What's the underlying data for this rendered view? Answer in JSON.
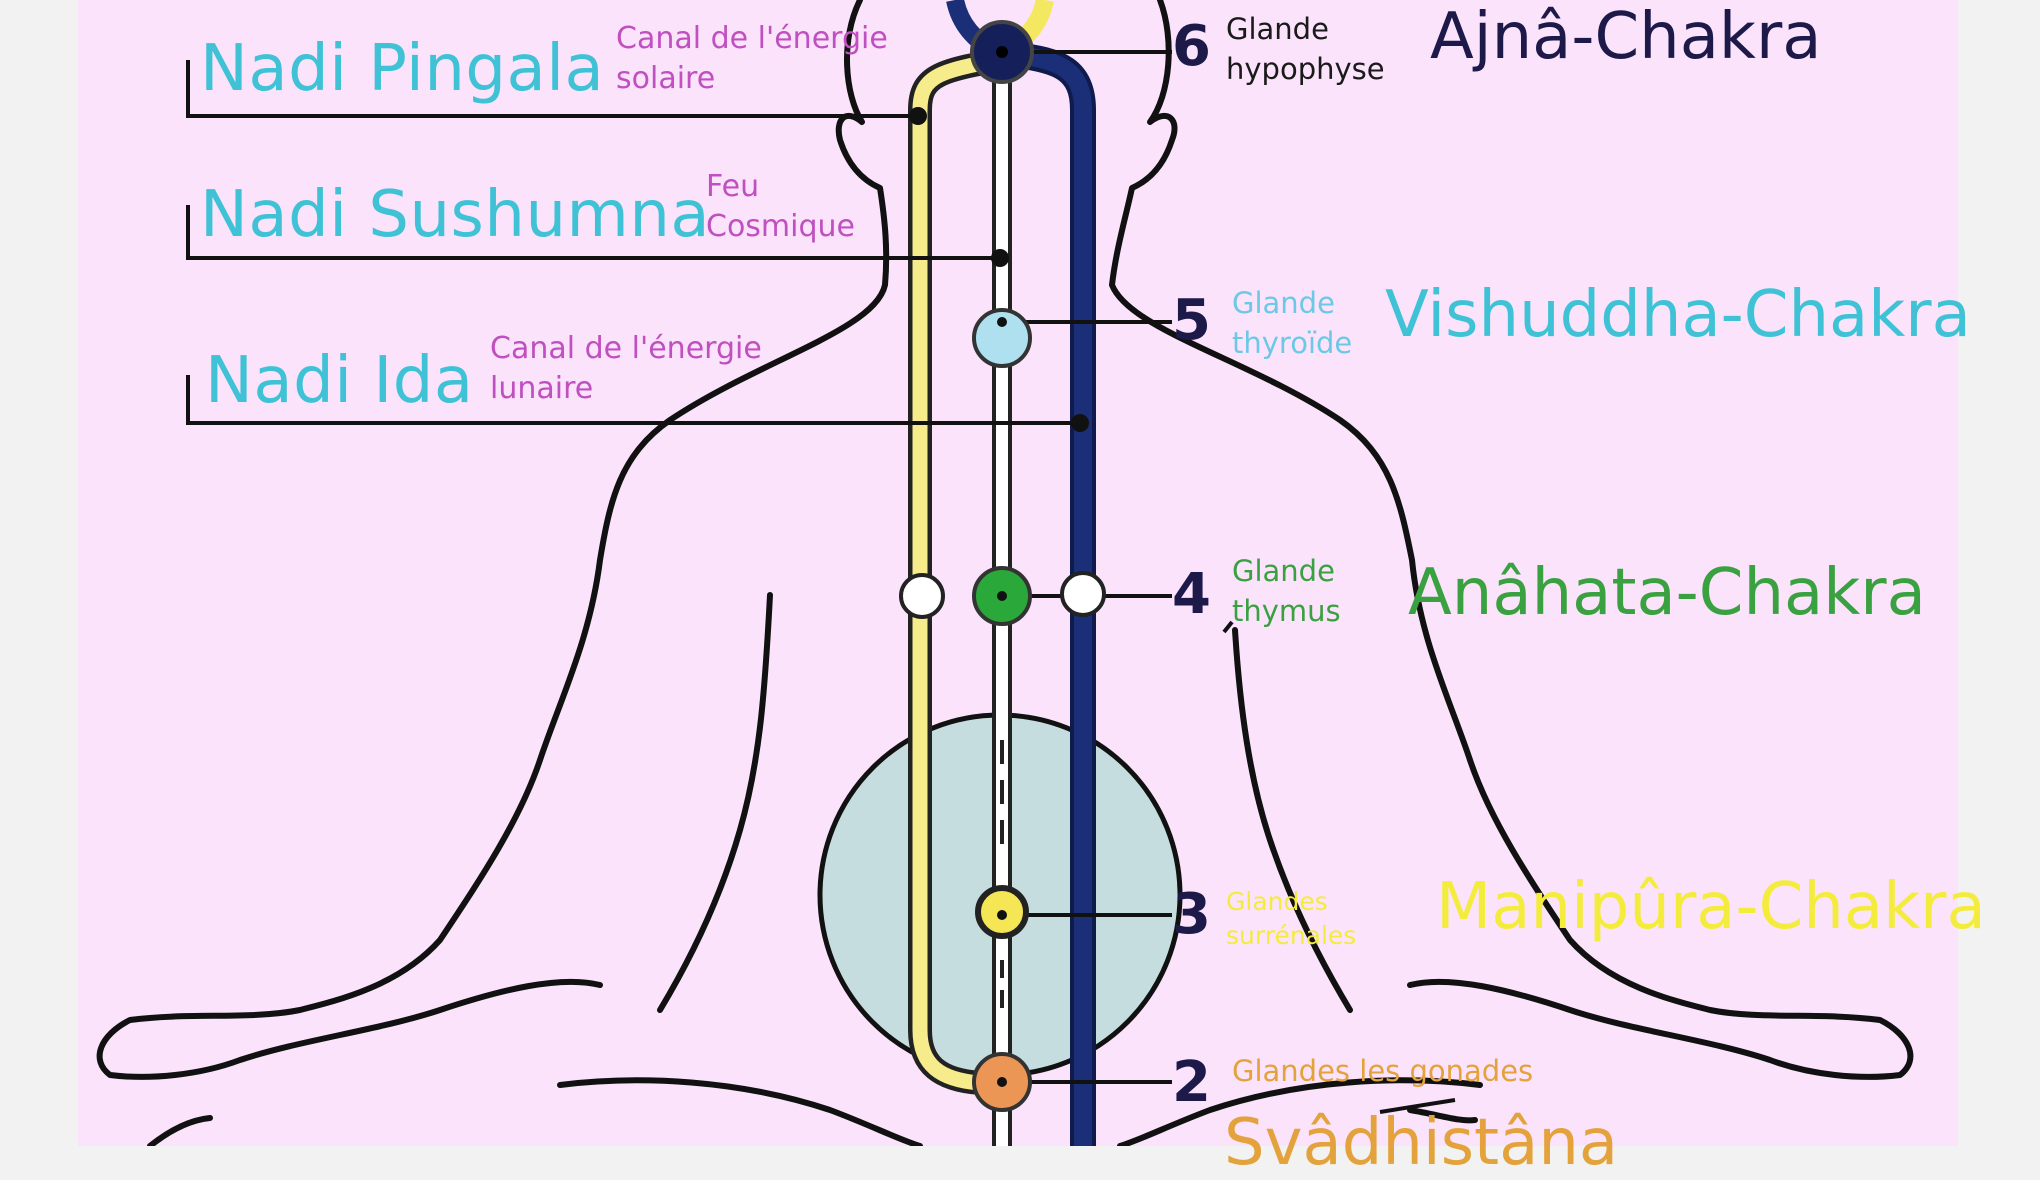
{
  "nadis": {
    "pingala": {
      "name": "Nadi Pingala",
      "desc": [
        "Canal de l'énergie",
        "solaire"
      ]
    },
    "sushumna": {
      "name": "Nadi Sushumna",
      "desc": [
        "Feu",
        "Cosmique"
      ]
    },
    "ida": {
      "name": "Nadi Ida",
      "desc": [
        "Canal de l'énergie",
        "lunaire"
      ]
    }
  },
  "chakras": {
    "c6": {
      "number": "6",
      "gland": [
        "Glande",
        "hypophyse"
      ],
      "name": "Ajnâ-Chakra",
      "color": "#1d1a4a"
    },
    "c5": {
      "number": "5",
      "gland": [
        "Glande",
        "thyroïde"
      ],
      "name": "Vishuddha-Chakra",
      "color": "#3fc2d6"
    },
    "c4": {
      "number": "4",
      "gland": [
        "Glande",
        "thymus"
      ],
      "name": "Anâhata-Chakra",
      "color": "#3aa140"
    },
    "c3": {
      "number": "3",
      "gland": [
        "Glandes",
        "surrénales"
      ],
      "name": "Manipûra-Chakra",
      "color": "#f4ec3c"
    },
    "c2": {
      "number": "2",
      "gland": [
        "Glandes les gonades"
      ],
      "name": "Svâdhistâna",
      "color": "#e3a23c"
    }
  },
  "colors": {
    "background": "#fbe3fb",
    "pingala": "#f6ec8c",
    "ida": "#1b2f78",
    "sushumna": "#ffffff",
    "plexus": "#c6dde0"
  }
}
